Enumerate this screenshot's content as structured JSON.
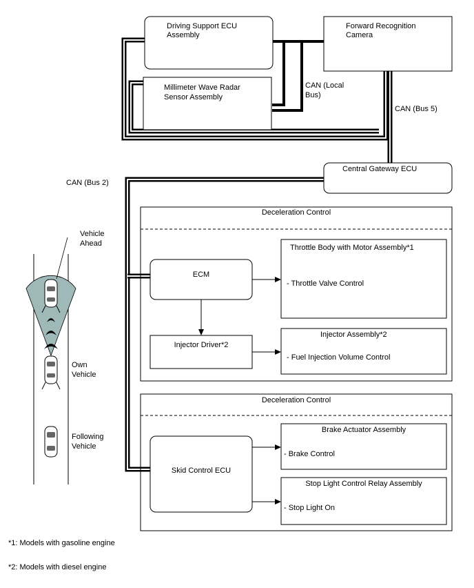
{
  "ecus": {
    "driving_support": [
      "Driving Support ECU",
      "Assembly"
    ],
    "radar": [
      "Millimeter Wave Radar",
      "Sensor Assembly"
    ],
    "camera": [
      "Forward Recognition",
      "Camera"
    ],
    "gateway": "Central Gateway ECU",
    "ecm": "ECM",
    "injector_driver": "Injector Driver*2",
    "skid_control": "Skid Control ECU"
  },
  "buses": {
    "local": [
      "CAN (Local",
      "Bus)"
    ],
    "bus5": "CAN (Bus 5)",
    "bus2": "CAN (Bus 2)"
  },
  "panels": {
    "top_title": "Deceleration Control",
    "bottom_title": "Deceleration Control"
  },
  "actuators": {
    "throttle": {
      "title": "Throttle Body with Motor Assembly*1",
      "item": "- Throttle Valve Control"
    },
    "injector": {
      "title": "Injector Assembly*2",
      "item": "- Fuel Injection Volume Control"
    },
    "brake": {
      "title": "Brake Actuator Assembly",
      "item": "- Brake Control"
    },
    "stoplight": {
      "title": "Stop Light Control Relay Assembly",
      "item": "- Stop Light On"
    }
  },
  "vehicles": {
    "ahead": [
      "Vehicle",
      "Ahead"
    ],
    "own": [
      "Own",
      "Vehicle"
    ],
    "following": [
      "Following",
      "Vehicle"
    ]
  },
  "notes": {
    "n1": "*1: Models with gasoline engine",
    "n2": "*2: Models with diesel engine"
  },
  "colors": {
    "radar_beam": "#9fb9b9",
    "wave": "#000000"
  }
}
